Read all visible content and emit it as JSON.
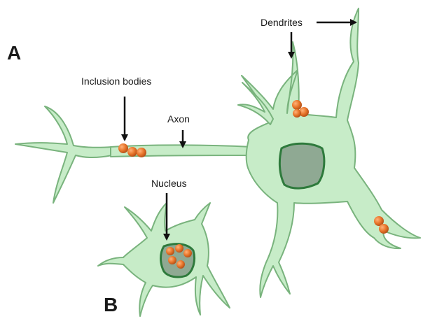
{
  "panels": {
    "a": "A",
    "b": "B"
  },
  "labels": {
    "dendrites": "Dendrites",
    "inclusion_bodies": "Inclusion bodies",
    "axon": "Axon",
    "nucleus": "Nucleus"
  },
  "colors": {
    "cell_fill": "#c7ecc8",
    "cell_stroke": "#79b37d",
    "nucleus_fill": "#8fa993",
    "nucleus_stroke": "#2e7a3c",
    "inclusion": "#e8752a",
    "arrow": "#111111"
  }
}
